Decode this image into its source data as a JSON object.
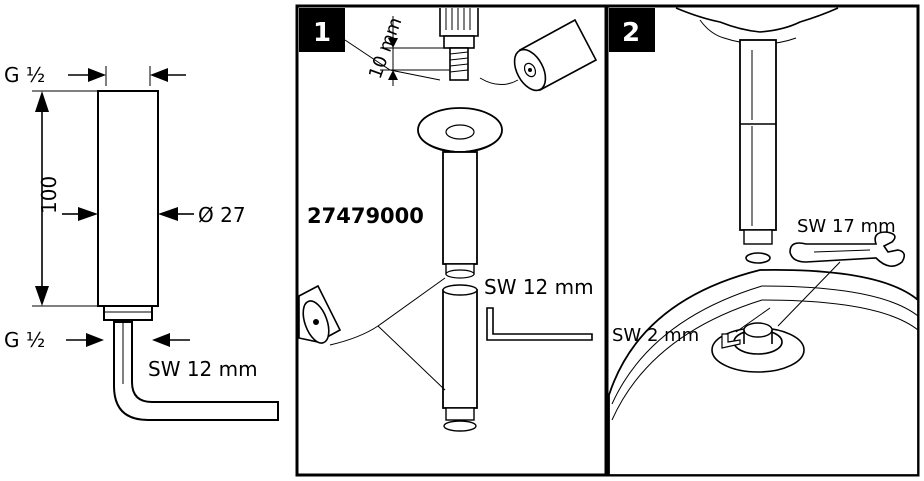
{
  "left_drawing": {
    "thread_top": "G ½",
    "length": "100",
    "diameter": "Ø 27",
    "thread_bottom": "G ½",
    "wrench": "SW 12 mm"
  },
  "panel1": {
    "step": "1",
    "depth": "10 mm",
    "part_number": "27479000",
    "tool": "SW 12 mm"
  },
  "panel2": {
    "step": "2",
    "tool_wrench": "SW 17 mm",
    "tool_hex": "SW 2 mm"
  }
}
